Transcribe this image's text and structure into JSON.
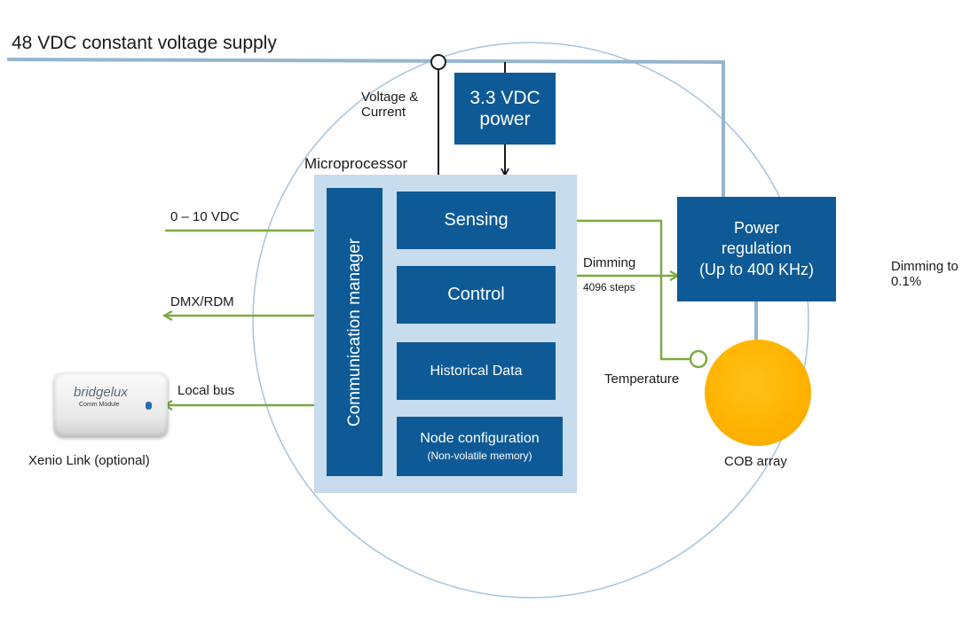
{
  "supply": {
    "label": "48 VDC constant voltage supply"
  },
  "labels": {
    "voltage_current": "Voltage &\nCurrent",
    "microprocessor": "Microprocessor",
    "zero_ten": "0 – 10 VDC",
    "dmx": "DMX/RDM",
    "local_bus": "Local bus",
    "xenio_link": "Xenio Link (optional)",
    "dimming": "Dimming",
    "steps": "4096 steps",
    "temperature": "Temperature",
    "cob": "COB array",
    "dimming_to": "Dimming to\n0.1%"
  },
  "blocks": {
    "power_supply": "3.3 VDC\npower",
    "comm_manager": "Communication manager",
    "sensing": "Sensing",
    "control": "Control",
    "historical": "Historical Data",
    "node_config": "Node configuration",
    "node_config_sub": "(Non-volatile memory)",
    "power_regulation": "Power\nregulation\n(Up to 400 KHz)"
  },
  "device": {
    "brand": "bridgelux",
    "sub": "Comm Module"
  },
  "colors": {
    "block_blue": "#0d5a96",
    "panel_blue": "#c7dcec",
    "line_blue": "#94b6cf",
    "signal_green": "#7aab3e",
    "arrow_dark": "#1a1a1a",
    "cob_yellow": "#ffb300"
  }
}
